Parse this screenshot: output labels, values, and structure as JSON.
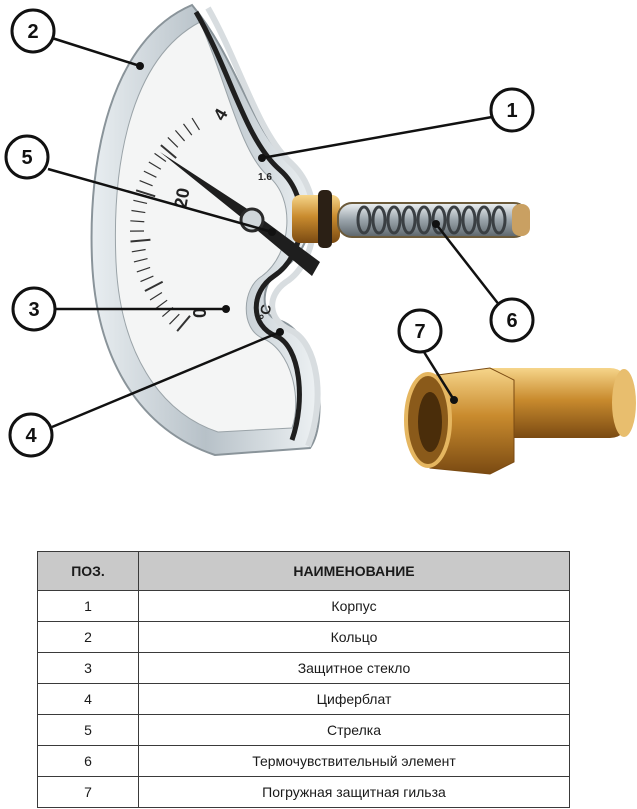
{
  "diagram": {
    "callouts": [
      "1",
      "2",
      "3",
      "4",
      "5",
      "6",
      "7"
    ],
    "dial": {
      "scale_numbers": [
        "4",
        "20",
        "0"
      ],
      "small_mark": "1.6",
      "unit": "°C"
    },
    "colors": {
      "callout_border": "#111111",
      "brass": "#c98b2e",
      "steel": "#b9c2c8"
    }
  },
  "table": {
    "headers": {
      "pos": "ПОЗ.",
      "name": "НАИМЕНОВАНИЕ"
    },
    "rows": [
      {
        "pos": "1",
        "name": "Корпус"
      },
      {
        "pos": "2",
        "name": "Кольцо"
      },
      {
        "pos": "3",
        "name": "Защитное стекло"
      },
      {
        "pos": "4",
        "name": "Циферблат"
      },
      {
        "pos": "5",
        "name": "Стрелка"
      },
      {
        "pos": "6",
        "name": "Термочувствительный элемент"
      },
      {
        "pos": "7",
        "name": "Погружная защитная гильза"
      }
    ]
  }
}
